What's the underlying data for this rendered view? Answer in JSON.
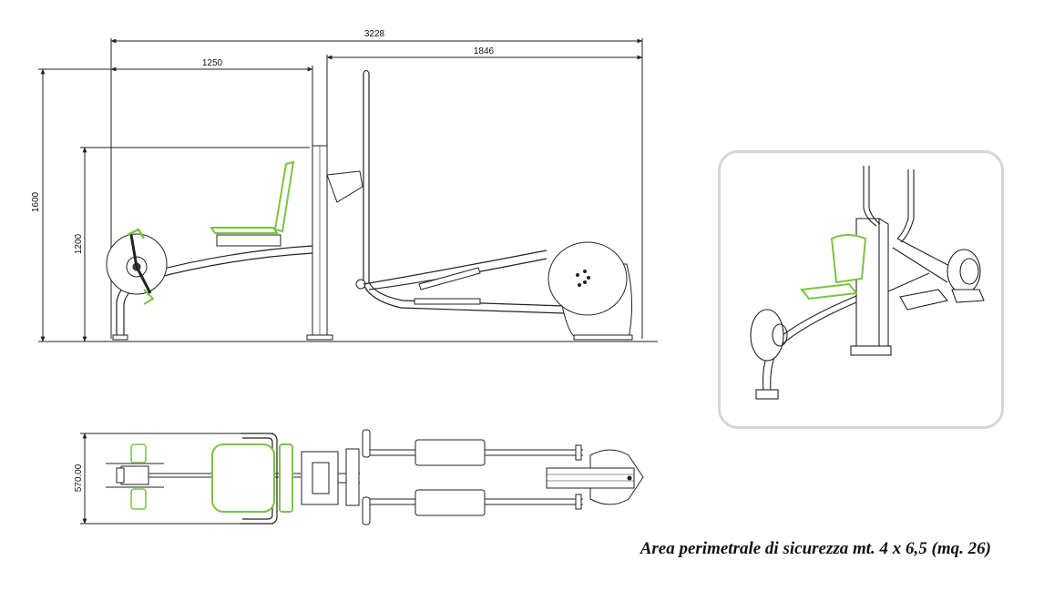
{
  "dimensions": {
    "total_length": "3228",
    "front_length": "1250",
    "rear_length": "1846",
    "total_height": "1600",
    "seat_height": "1200",
    "width": "570.00"
  },
  "caption": "Area perimetrale di sicurezza mt. 4 x 6,5 (mq. 26)",
  "colors": {
    "line": "#222222",
    "accent": "#79c442",
    "frame": "#d6d6d6"
  }
}
